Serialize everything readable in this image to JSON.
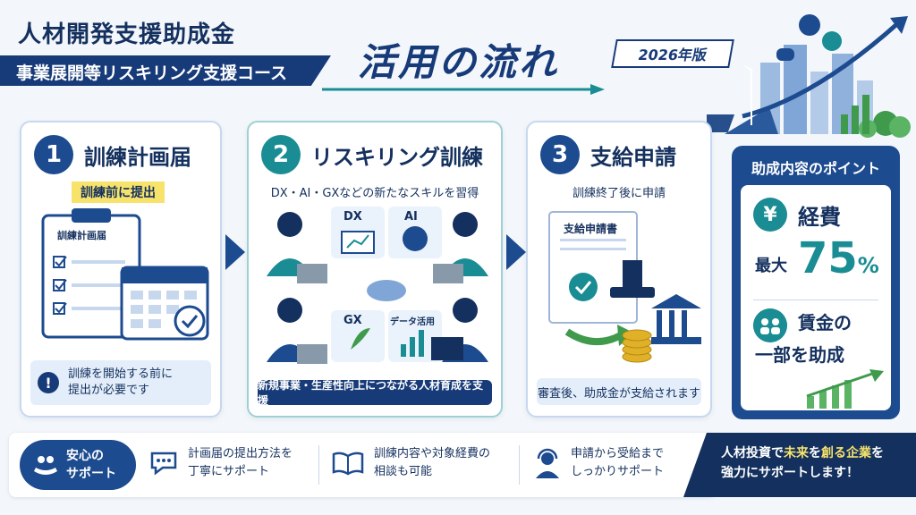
{
  "header": {
    "title": "人材開発支援助成金",
    "banner": "事業展開等リスキリング支援コース",
    "flow_title": "活用の流れ",
    "year_badge": "2026年版"
  },
  "steps": [
    {
      "number": "1",
      "title": "訓練計画届",
      "tag": "訓練前に提出",
      "doc_label": "訓練計画届",
      "note_line1": "訓練を開始する前に",
      "note_line2": "提出が必要です",
      "note_icon": "!"
    },
    {
      "number": "2",
      "title": "リスキリング訓練",
      "subtitle": "DX・AI・GXなどの新たなスキルを習得",
      "tiles": [
        "DX",
        "AI",
        "GX",
        "データ活用"
      ],
      "note": "新規事業・生産性向上につながる人材育成を支援"
    },
    {
      "number": "3",
      "title": "支給申請",
      "subtitle": "訓練終了後に申請",
      "doc_label": "支給申請書",
      "note": "審査後、助成金が支給されます"
    }
  ],
  "points": {
    "title": "助成内容のポイント",
    "yen_symbol": "¥",
    "cost_label": "経費",
    "max_label": "最大",
    "percent": "75",
    "percent_sign": "%",
    "wage_label": "賃金の",
    "part_label": "一部を助成"
  },
  "footer": {
    "badge_line1": "安心の",
    "badge_line2": "サポート",
    "items": [
      {
        "line1": "計画届の提出方法を",
        "line2": "丁寧にサポート"
      },
      {
        "line1": "訓練内容や対象経費の",
        "line2": "相談も可能"
      },
      {
        "line1": "申請から受給まで",
        "line2": "しっかりサポート"
      }
    ],
    "banner_pre": "人材投資で",
    "banner_hl1": "未来",
    "banner_mid": "を",
    "banner_hl2": "創る企業",
    "banner_post": "を",
    "banner_line2": "強力にサポートします！"
  },
  "colors": {
    "navy": "#14305e",
    "blue": "#1d4b8f",
    "teal": "#1a8c93",
    "yellow": "#f7e36b"
  }
}
